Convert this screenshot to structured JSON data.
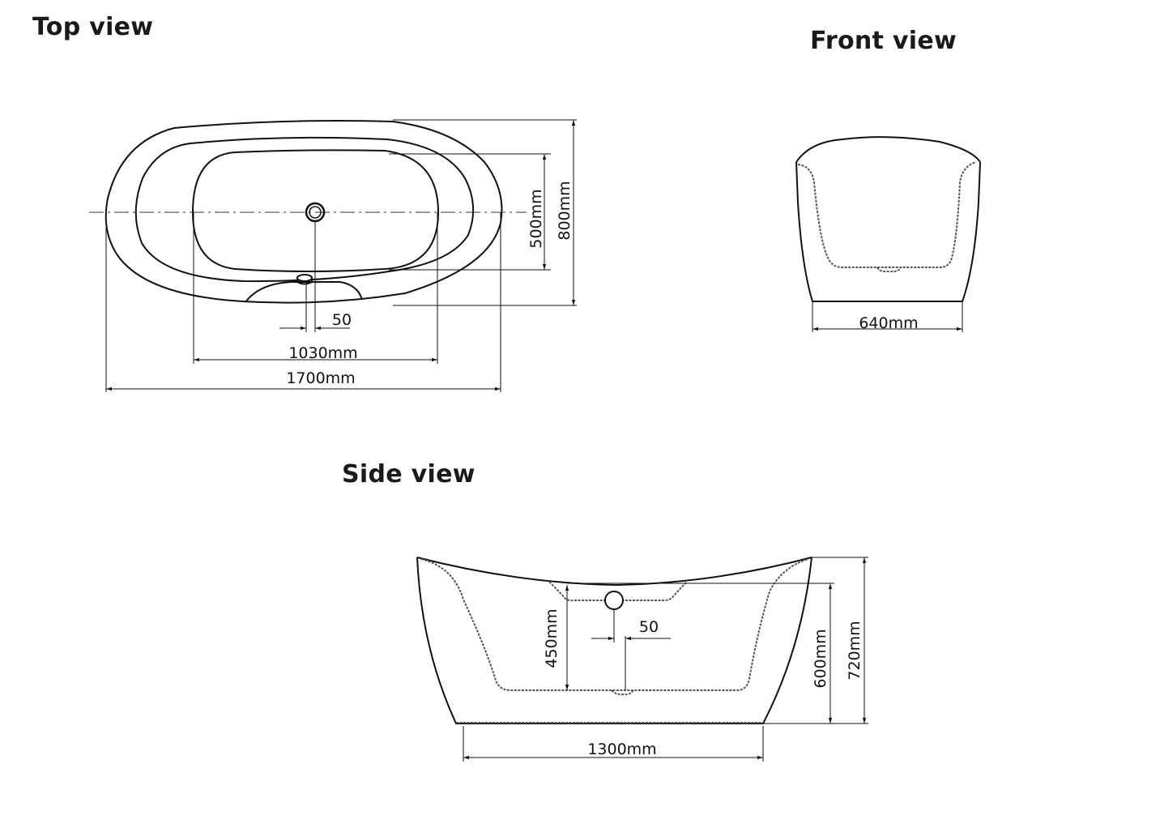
{
  "views": {
    "top": {
      "title": "Top view",
      "dims": {
        "inner_width": "500mm",
        "outer_width": "800mm",
        "offset": "50",
        "inner_length": "1030mm",
        "outer_length": "1700mm"
      }
    },
    "front": {
      "title": "Front view",
      "dims": {
        "width": "640mm"
      }
    },
    "side": {
      "title": "Side view",
      "dims": {
        "drain_height": "450mm",
        "offset": "50",
        "inner_height": "600mm",
        "total_height": "720mm",
        "base_length": "1300mm"
      }
    }
  },
  "colors": {
    "line": "#111111",
    "background": "#ffffff"
  }
}
